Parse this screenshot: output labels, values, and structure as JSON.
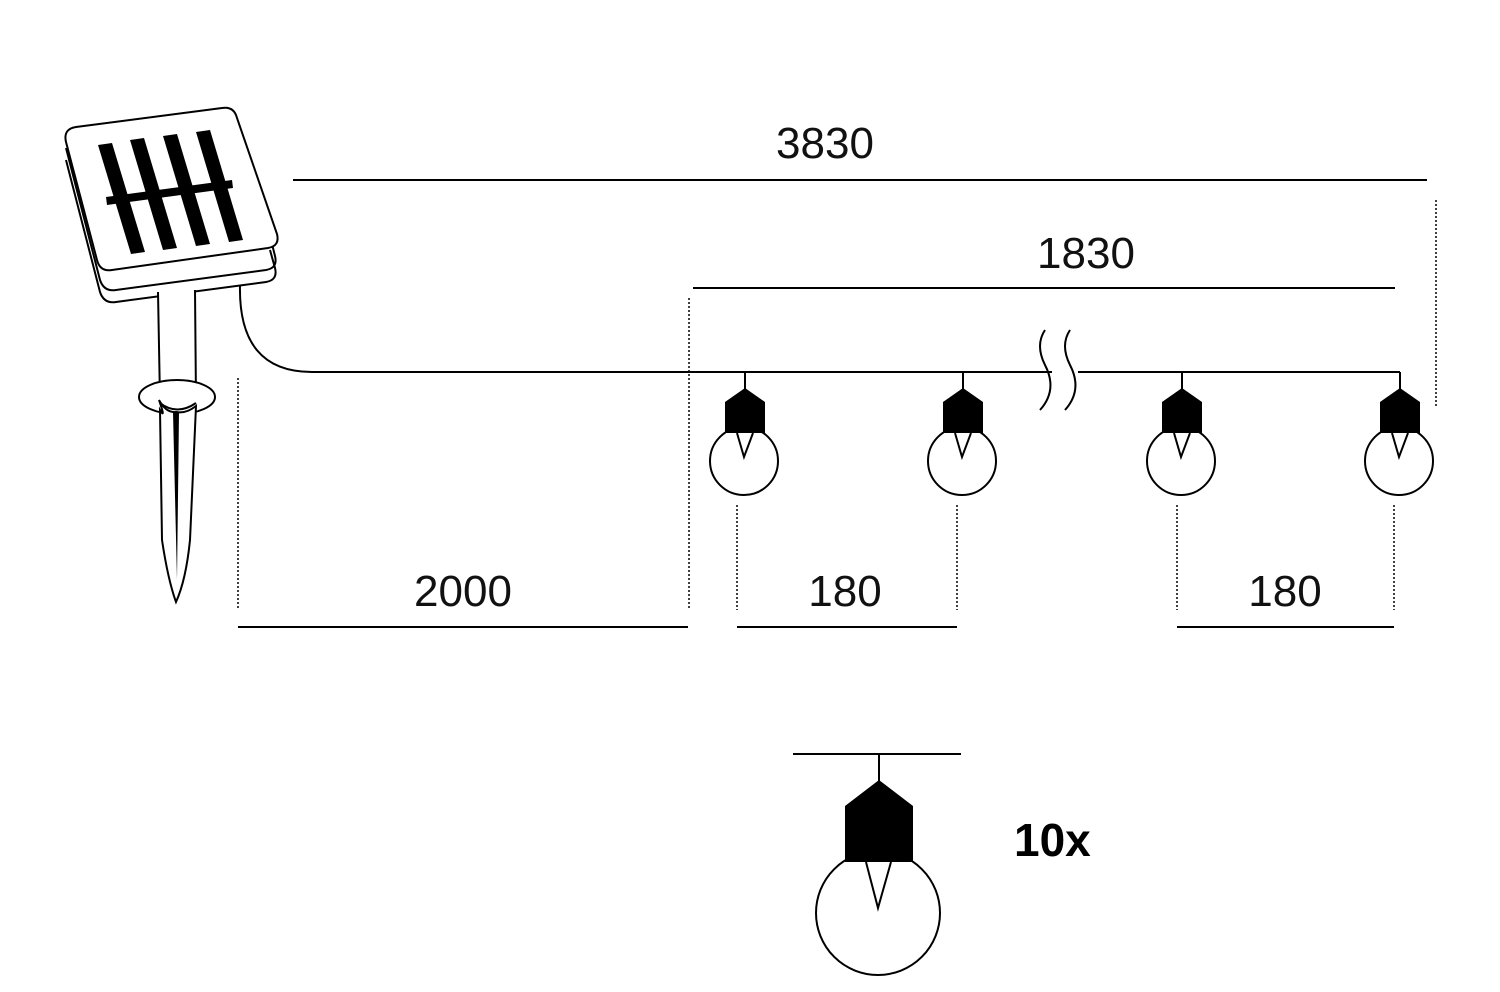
{
  "dimensions": {
    "total_length": "3830",
    "lit_length": "1830",
    "lead_cable": "2000",
    "bulb_spacing_left": "180",
    "bulb_spacing_right": "180"
  },
  "quantity_label": "10x",
  "colors": {
    "line": "#000000",
    "background": "#ffffff"
  }
}
